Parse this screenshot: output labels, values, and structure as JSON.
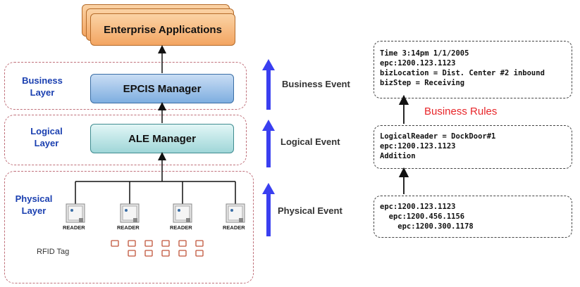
{
  "layers": {
    "business": "Business\nLayer",
    "logical": "Logical\nLayer",
    "physical": "Physical\nLayer"
  },
  "boxes": {
    "enterprise": "Enterprise Applications",
    "epcis": "EPCIS Manager",
    "ale": "ALE Manager"
  },
  "events": {
    "business": "Business Event",
    "logical": "Logical Event",
    "physical": "Physical Event"
  },
  "readers": [
    "READER",
    "READER",
    "READER",
    "READER"
  ],
  "rfid_tag_label": "RFID Tag",
  "business_rules": "Business Rules",
  "info": {
    "business": [
      "Time 3:14pm 1/1/2005",
      "epc:1200.123.1123",
      "bizLocation = Dist. Center #2 inbound",
      "bizStep = Receiving"
    ],
    "logical": [
      "LogicalReader = DockDoor#1",
      "epc:1200.123.1123",
      "Addition"
    ],
    "physical": [
      "epc:1200.123.1123",
      "  epc:1200.456.1156",
      "    epc:1200.300.1178"
    ]
  },
  "colors": {
    "arrow_blue": "#3a3ff0",
    "layer_border": "#c0707a",
    "business_rules": "#e8262a"
  }
}
